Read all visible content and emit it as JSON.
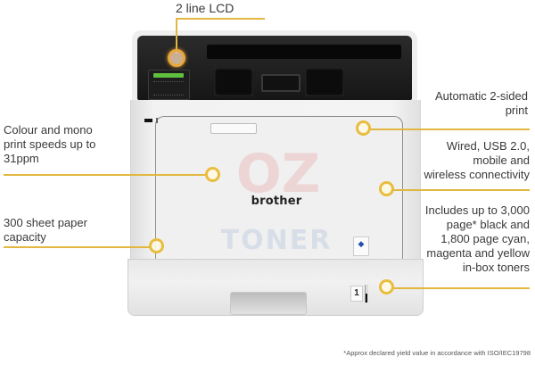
{
  "image": {
    "subject": "Brother colour laser printer feature callout graphic",
    "brand_label": "brother",
    "watermark": {
      "top": "OZ",
      "bottom": "TONER"
    },
    "tray_number": "1",
    "accent_color": "#e3b640"
  },
  "callouts": {
    "lcd": "2 line LCD",
    "speed": "Colour and mono print speeds up to 31ppm",
    "capacity": "300 sheet paper capacity",
    "duplex": "Automatic 2-sided print",
    "connectivity": "Wired, USB 2.0, mobile and wireless connectivity",
    "toners": "Includes up to 3,000 page* black and 1,800 page cyan, magenta and yellow in-box toners"
  },
  "callout_lines": {
    "speed_1": "Colour and mono",
    "speed_2": "print speeds up to",
    "speed_3": "31ppm",
    "capacity_1": "300 sheet paper",
    "capacity_2": "capacity",
    "duplex_1": "Automatic 2-sided",
    "duplex_2": "print",
    "connectivity_1": "Wired, USB 2.0,",
    "connectivity_2": "mobile and",
    "connectivity_3": "wireless connectivity",
    "toners_1": "Includes up to 3,000",
    "toners_2": "page* black and",
    "toners_3": "1,800 page cyan,",
    "toners_4": "magenta and yellow",
    "toners_5": "in-box toners"
  },
  "footnote": "*Approx declared yield value in accordance with ISO/IEC19798"
}
